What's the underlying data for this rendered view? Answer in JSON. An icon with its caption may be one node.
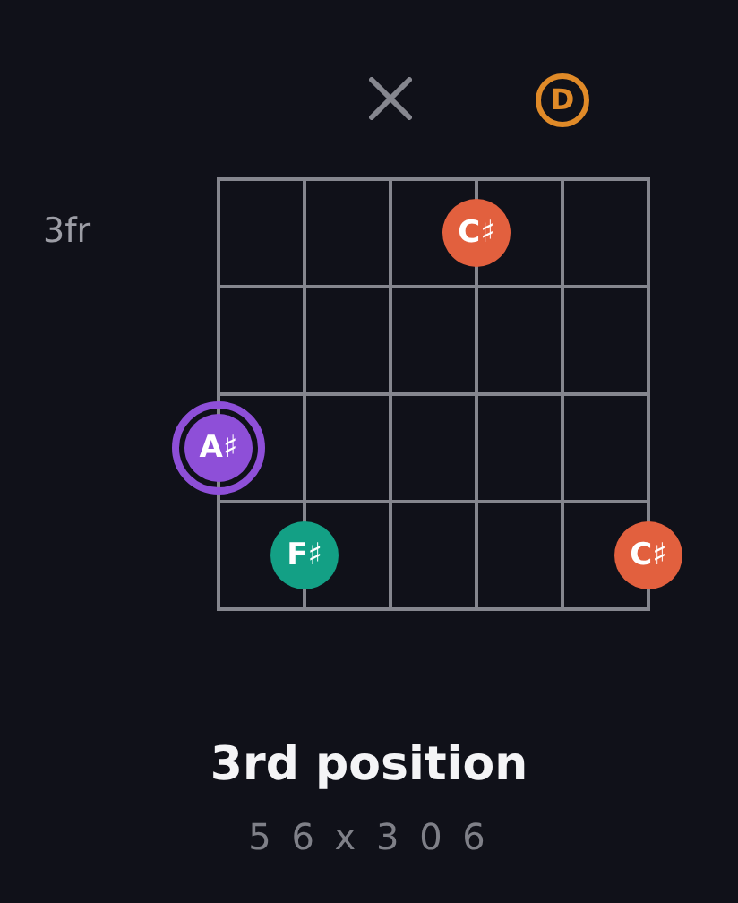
{
  "diagram": {
    "title": "3rd position",
    "caption": "5 6 x 3 0 6",
    "nodes": [
      {
        "text": [
          "D"
        ]
      },
      {
        "text": [
          "C♯"
        ]
      },
      {
        "text": [
          "A♯"
        ]
      },
      {
        "text": [
          "F♯"
        ]
      },
      {
        "text": [
          "C♯"
        ]
      }
    ],
    "labels": [
      "3fr"
    ]
  }
}
